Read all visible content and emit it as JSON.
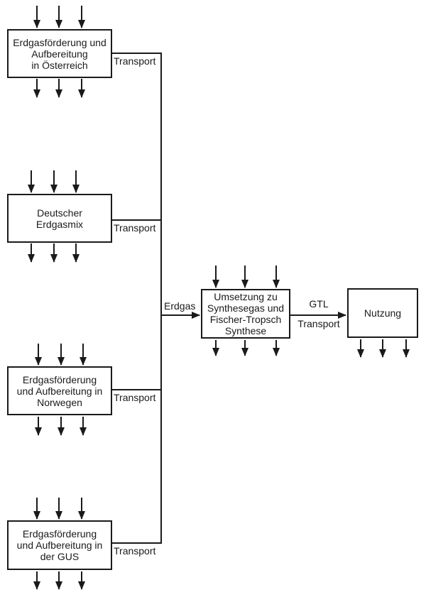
{
  "colors": {
    "line": "#1a1a1a",
    "text": "#1a1a1a",
    "background": "#ffffff"
  },
  "boxes": {
    "austria": {
      "line1": "Erdgasförderung und",
      "line2": "Aufbereitung",
      "line3": "in Österreich"
    },
    "germany": {
      "line1": "Deutscher",
      "line2": "Erdgasmix"
    },
    "norway": {
      "line1": "Erdgasförderung",
      "line2": "und Aufbereitung in",
      "line3": "Norwegen"
    },
    "gus": {
      "line1": "Erdgasförderung",
      "line2": "und Aufbereitung in",
      "line3": "der GUS"
    },
    "synthesis": {
      "line1": "Umsetzung zu",
      "line2": "Synthesegas und",
      "line3": "Fischer-Tropsch",
      "line4": "Synthese"
    },
    "nutzung": {
      "line1": "Nutzung"
    }
  },
  "labels": {
    "transport_austria": "Transport",
    "transport_germany": "Transport",
    "transport_norway": "Transport",
    "transport_gus": "Transport",
    "erdgas": "Erdgas",
    "gtl": "GTL",
    "gtl_transport": "Transport"
  }
}
